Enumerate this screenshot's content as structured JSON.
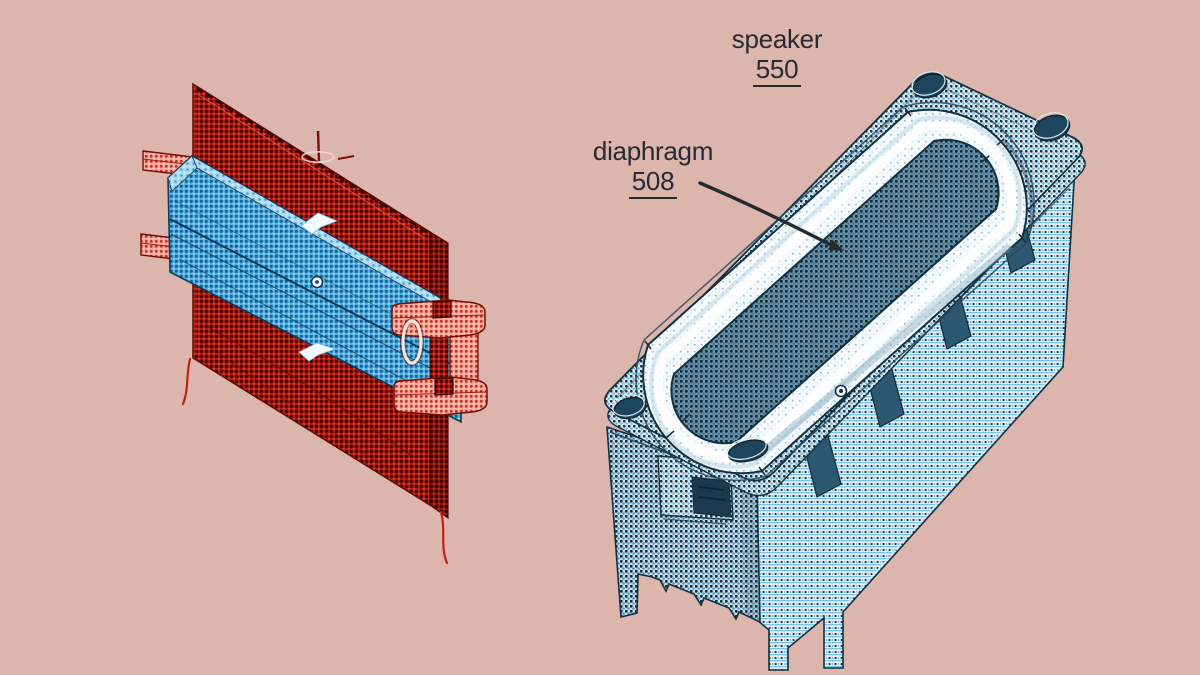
{
  "background_color": "#dcb6ac",
  "labels": {
    "speaker": {
      "name": "speaker",
      "number": "550"
    },
    "diaphragm": {
      "name": "diaphragm",
      "number": "508"
    }
  },
  "colors": {
    "ink": "#262b33",
    "panel_red": "#b0170b",
    "bracket_salmon": "#f7a89c",
    "magnet_blue": "#55b0e0",
    "enclosure_steel": "#e2eaf0",
    "diaphragm_slate": "#6b92a9",
    "wire_red": "#c22012"
  },
  "figures": {
    "left": "magnet-coil-assembly",
    "right": "speaker-enclosure"
  }
}
